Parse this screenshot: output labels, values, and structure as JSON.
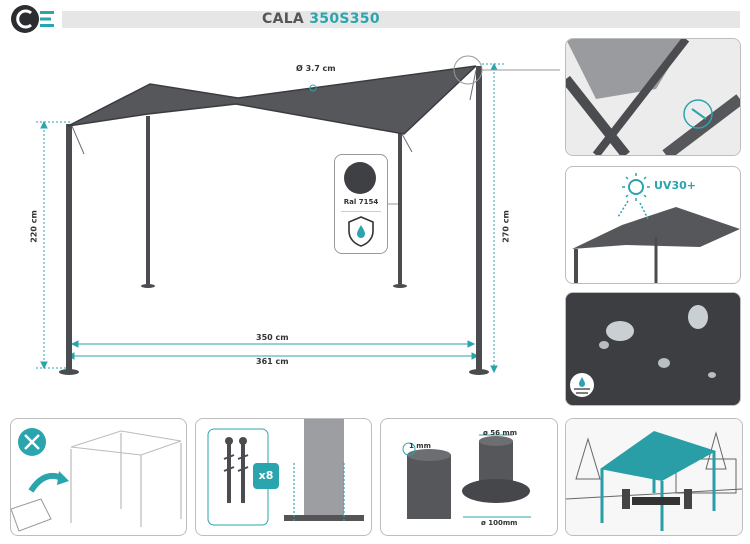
{
  "header": {
    "brand_letter": "C",
    "title_prefix": "CALA ",
    "title_model": "350S350"
  },
  "dimensions": {
    "pipe_diameter": "Ø 3.7 cm",
    "height_low": "220 cm",
    "height_high": "270 cm",
    "width_inner": "350 cm",
    "width_outer": "361 cm"
  },
  "material": {
    "color_code": "Ral 7154",
    "color_hex": "#3f4043"
  },
  "features": {
    "uv_rating": "UV30+",
    "anchor_count": "x8"
  },
  "base_plate": {
    "thickness": "1 mm",
    "tube_diameter": "ø 56 mm",
    "plate_diameter": "ø 100mm"
  },
  "colors": {
    "accent": "#2aa5ae",
    "frame": "#4a4c50",
    "canopy": "#55575b"
  }
}
